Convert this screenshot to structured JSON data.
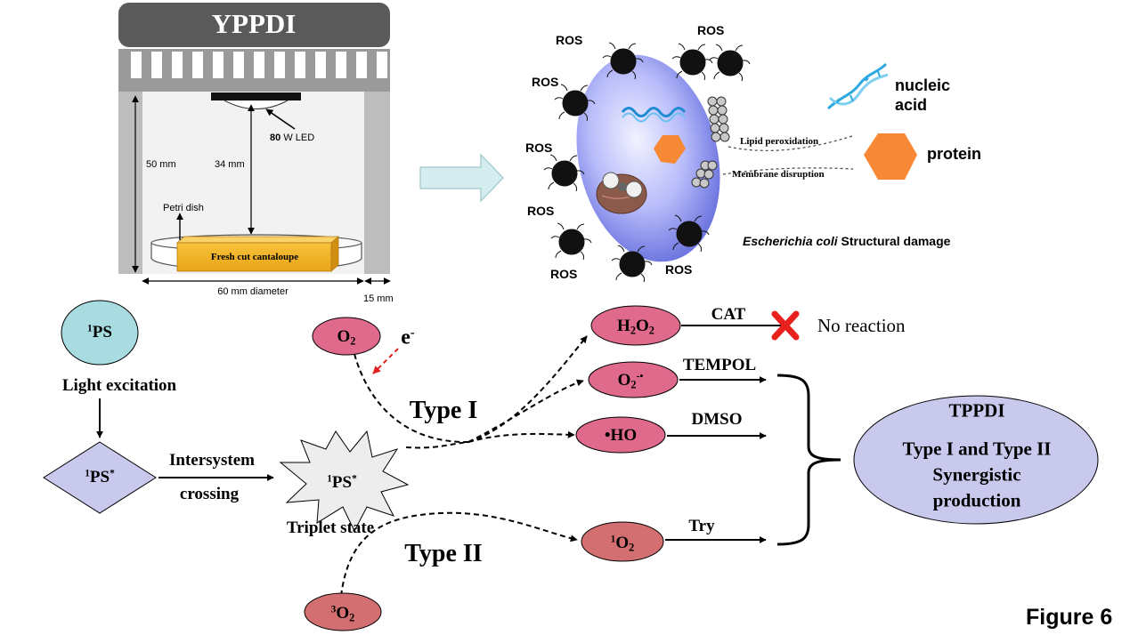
{
  "apparatus": {
    "title": "YPPDI",
    "led_power": "80",
    "led_unit": "W LED",
    "height_total": "50 mm",
    "height_led": "34 mm",
    "petri_label": "Petri dish",
    "sample_label": "Fresh cut cantaloupe",
    "diameter_label": "60 mm diameter",
    "gap_label": "15 mm"
  },
  "bacterium": {
    "ros_label": "ROS",
    "lipid_label": "Lipid peroxidation",
    "membrane_label": "Membrane disruption",
    "nucleic_line1": "nucleic",
    "nucleic_line2": "acid",
    "protein_label": "protein",
    "species": "Escherichia coli",
    "damage_label": "Structural damage"
  },
  "mechanism": {
    "ps_ground_sup": "1",
    "ps_ground": "PS",
    "light_excitation": "Light  excitation",
    "ps_excited_sup": "1",
    "ps_excited": "PS",
    "ps_excited_star": "*",
    "intersystem_line1": "Intersystem",
    "intersystem_line2": "crossing",
    "triplet_sup": "1",
    "triplet_ps": "PS",
    "triplet_star": "*",
    "triplet_label": "Triplet state",
    "o2_base": "O",
    "o2_sub": "2",
    "electron": "e",
    "electron_sup": "-",
    "type1": "Type I",
    "type2": "Type II",
    "h2o2_a": "H",
    "h2o2_sub1": "2",
    "h2o2_b": "O",
    "h2o2_sub2": "2",
    "superoxide_base": "O",
    "superoxide_sub": "2",
    "superoxide_sup": "-•",
    "hydroxyl": "•HO",
    "singlet_sup": "1",
    "singlet_base": "O",
    "singlet_sub": "2",
    "triplet_o2_sup": "3",
    "triplet_o2_base": "O",
    "triplet_o2_sub": "2",
    "cat": "CAT",
    "tempol": "TEMPOL",
    "dmso": "DMSO",
    "try": "Try",
    "no_reaction": "No reaction",
    "result_title": "TPPDI",
    "result_line1": "Type I and Type II",
    "result_line2": "Synergistic",
    "result_line3": "production"
  },
  "figure_label": "Figure 6",
  "colors": {
    "ps_fill": "#A8DCE0",
    "diamond_fill": "#C9C9EE",
    "species_fill": "#E06A8C",
    "singlet_fill": "#D36F70",
    "result_fill": "#C9C9EE",
    "cross": "#E8211C",
    "electron_arrow": "#E02020",
    "big_arrow": "#D5EDEF"
  }
}
